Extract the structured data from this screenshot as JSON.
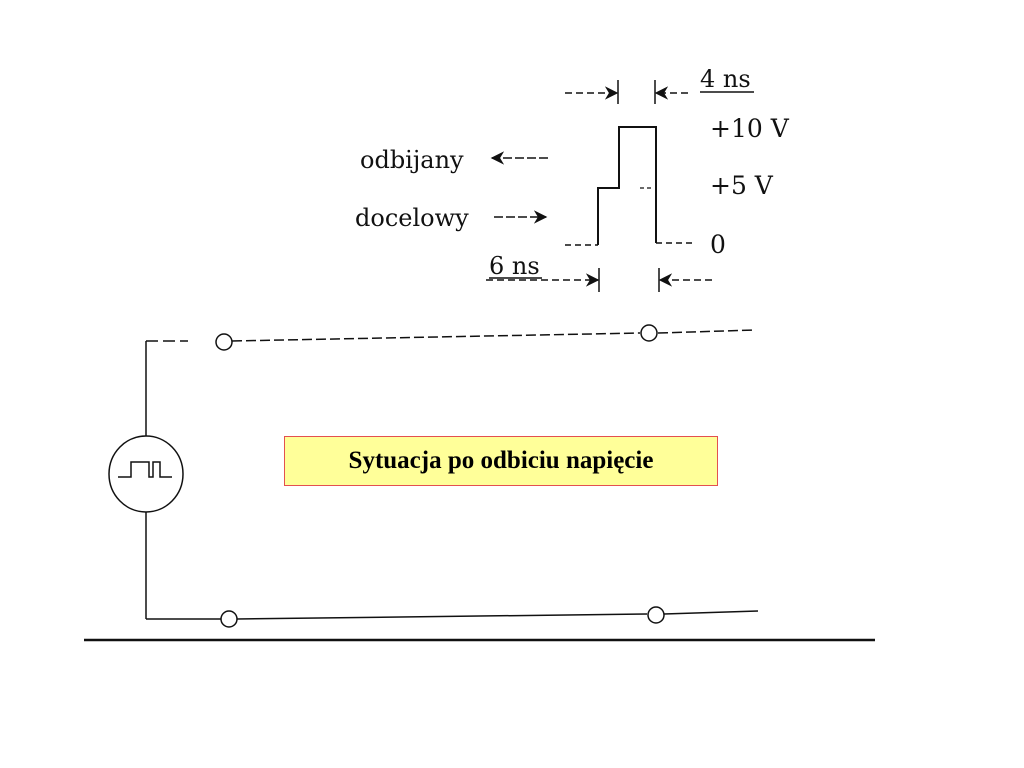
{
  "labels": {
    "width_top": "4 ns",
    "width_bottom": "6 ns",
    "level_high": "+10 V",
    "level_mid": "+5 V",
    "level_zero": "0",
    "reflected": "odbijany",
    "incident": "docelowy"
  },
  "caption": "Sytuacja po odbiciu napięcie",
  "colors": {
    "ink": "#111111",
    "caption_bg": "#ffff99",
    "caption_border": "#e35050"
  }
}
